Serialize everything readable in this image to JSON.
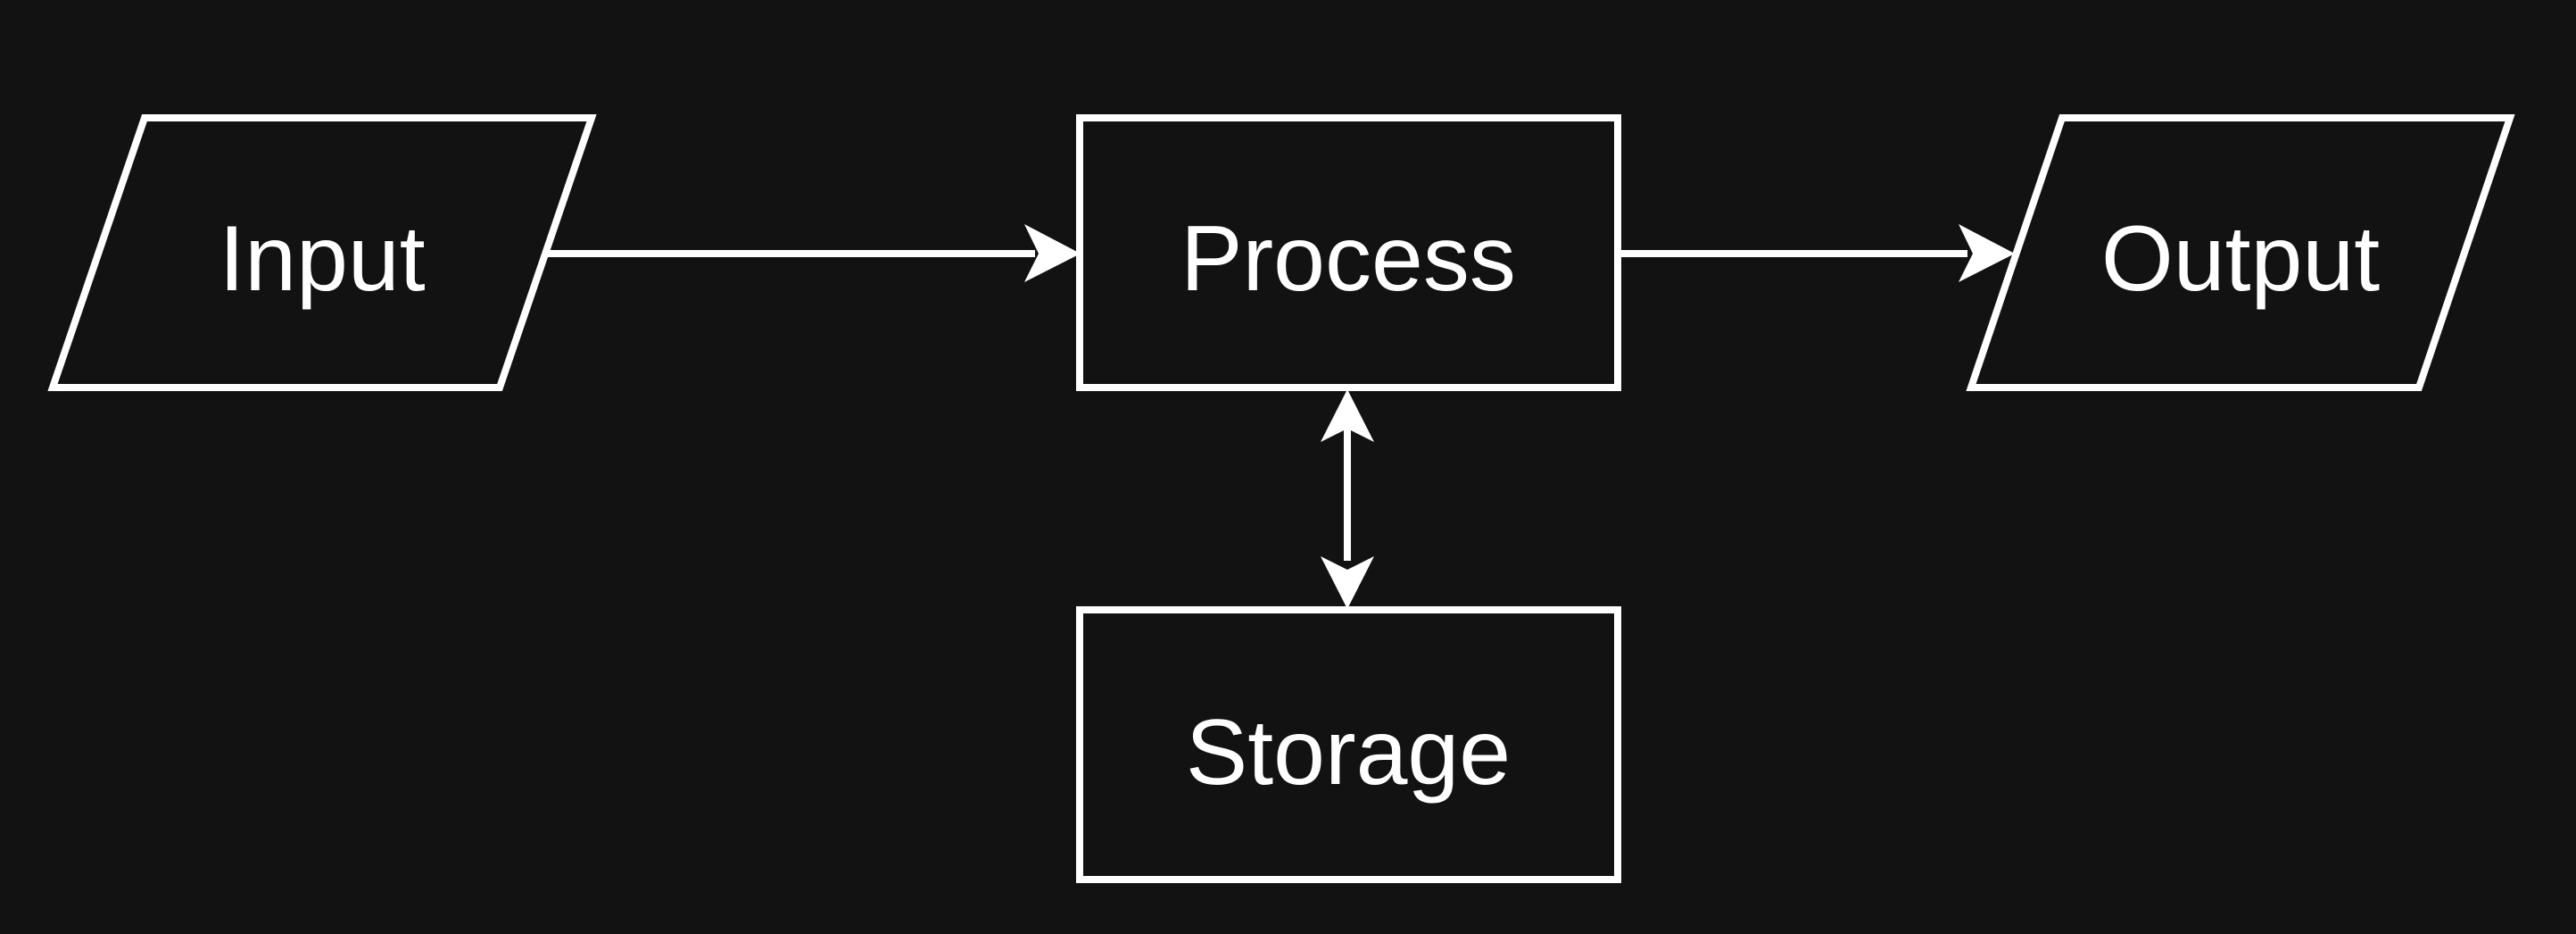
{
  "diagram": {
    "background_color": "#121212",
    "stroke_color": "#ffffff",
    "nodes": {
      "input": {
        "label": "Input",
        "shape": "parallelogram"
      },
      "process": {
        "label": "Process",
        "shape": "rectangle"
      },
      "output": {
        "label": "Output",
        "shape": "parallelogram"
      },
      "storage": {
        "label": "Storage",
        "shape": "rectangle"
      }
    },
    "edges": [
      {
        "from": "Input",
        "to": "Process",
        "direction": "forward"
      },
      {
        "from": "Process",
        "to": "Output",
        "direction": "forward"
      },
      {
        "from": "Process",
        "to": "Storage",
        "direction": "bidirectional"
      }
    ]
  }
}
